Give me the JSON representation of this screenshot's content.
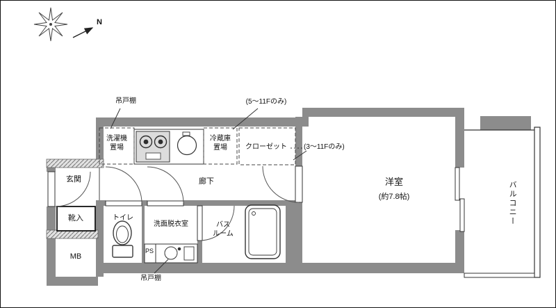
{
  "colors": {
    "wall": "#8c8c8c",
    "line": "#333333"
  },
  "compass": {
    "north_label": "N"
  },
  "annotations": {
    "hanging_cupboard_top": "吊戸棚",
    "hanging_cupboard_bottom": "吊戸棚",
    "fridge_floors_note": "(5〜11Fのみ)",
    "closet_floors_note": "(3〜11Fのみ)"
  },
  "rooms": {
    "entrance": "玄関",
    "shoe_box": "靴入",
    "meter_box": "MB",
    "toilet": "トイレ",
    "washroom": "洗面脱衣室",
    "pipe_space": "PS",
    "bathroom_line1": "バス",
    "bathroom_line2": "ルーム",
    "hallway": "廊下",
    "western_room": "洋室",
    "western_room_size": "(約7.8帖)",
    "balcony": "バルコニー"
  },
  "fixtures": {
    "washer_space_line1": "洗濯機",
    "washer_space_line2": "置場",
    "fridge_space_line1": "冷蔵庫",
    "fridge_space_line2": "置場",
    "closet": "クローゼット"
  }
}
